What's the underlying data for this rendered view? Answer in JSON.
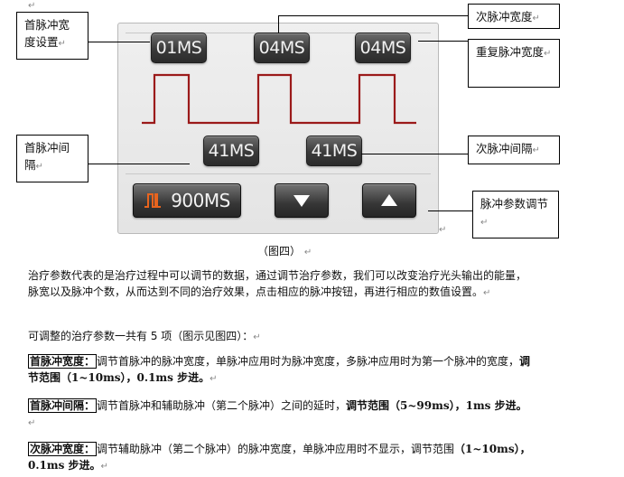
{
  "panel": {
    "first_width": "01MS",
    "second_width": "04MS",
    "repeat_width": "04MS",
    "first_interval": "41MS",
    "second_interval": "41MS",
    "pulse_button": "900MS"
  },
  "callouts": {
    "first_width": "首脉冲宽度设置",
    "second_width": "次脉冲宽度",
    "repeat_width": "重复脉冲宽度",
    "first_interval": "首脉冲间隔",
    "second_interval": "次脉冲间隔",
    "pulse_param": "脉冲参数调节"
  },
  "caption": "（图四）",
  "paragraph1": "治疗参数代表的是治疗过程中可以调节的数据，通过调节治疗参数，我们可以改变治疗光头输出的能量，脉宽以及脉冲个数，从而达到不同的治疗效果，点击相应的脉冲按钮，再进行相应的数值设置。",
  "paragraph2": "可调整的治疗参数一共有 5 项（图示见图四）：",
  "items": [
    {
      "term": "首脉冲宽度：",
      "text": "调节首脉冲的脉冲宽度，单脉冲应用时为脉冲宽度，多脉冲应用时为第一个脉冲的宽度，",
      "range": "调节范围（1~10ms），0.1ms 步进。"
    },
    {
      "term": "首脉冲间隔：",
      "text": "调节首脉冲和辅助脉冲（第二个脉冲）之间的延时，",
      "range": "调节范围（5~99ms），1ms 步进。"
    },
    {
      "term": "次脉冲宽度：",
      "text": "调节辅助脉冲（第二个脉冲）的脉冲宽度，单脉冲应用时不显示，调节范围",
      "range": "（1~10ms），0.1ms 步进。"
    }
  ],
  "colors": {
    "waveform": "#9b1a1a",
    "icon": "#e8641e"
  },
  "icons": [
    "pulse-icon",
    "down-arrow-icon",
    "up-arrow-icon",
    "paragraph-mark-icon"
  ]
}
